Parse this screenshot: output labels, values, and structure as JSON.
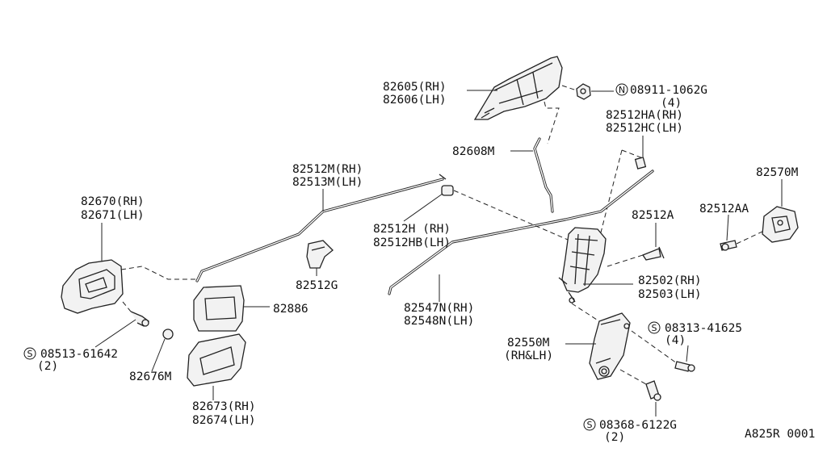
{
  "diagram_code": "A825R 0001",
  "labels": {
    "p82605": "82605(RH)",
    "p82606": "82606(LH)",
    "n08911": "08911-1062G",
    "n08911_qty": "(4)",
    "p82512ha": "82512HA(RH)",
    "p82512hc": "82512HC(LH)",
    "p82608m": "82608M",
    "p82512m": "82512M(RH)",
    "p82513m": "82513M(LH)",
    "p82570m": "82570M",
    "p82670": "82670(RH)",
    "p82671": "82671(LH)",
    "p82512h": "82512H (RH)",
    "p82512hb": "82512HB(LH)",
    "p82512a": "82512A",
    "p82512aa": "82512AA",
    "p82512g": "82512G",
    "p82886": "82886",
    "p82502": "82502(RH)",
    "p82503": "82503(LH)",
    "p82547n": "82547N(RH)",
    "p82548n": "82548N(LH)",
    "s08513": "08513-61642",
    "s08513_qty": "(2)",
    "p82550m": "82550M",
    "p82550m_side": "(RH&LH)",
    "s08313": "08313-41625",
    "s08313_qty": "(4)",
    "p82676m": "82676M",
    "p82673": "82673(RH)",
    "p82674": "82674(LH)",
    "s08368": "08368-6122G",
    "s08368_qty": "(2)"
  },
  "symbols": {
    "n": "N",
    "s": "S"
  }
}
